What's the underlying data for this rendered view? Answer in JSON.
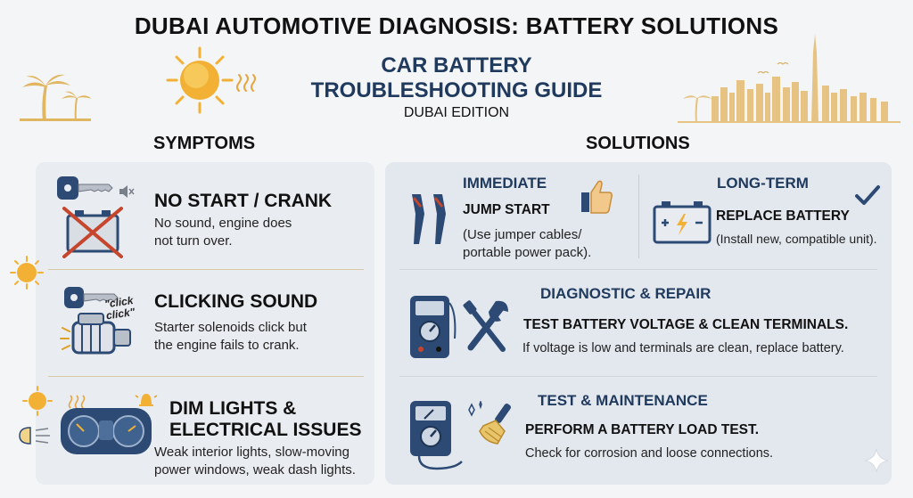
{
  "header": {
    "title": "DUBAI AUTOMOTIVE DIAGNOSIS: BATTERY SOLUTIONS",
    "subtitle_line1": "CAR BATTERY",
    "subtitle_line2": "TROUBLESHOOTING GUIDE",
    "edition": "DUBAI EDITION"
  },
  "symptoms": {
    "heading": "SYMPTOMS",
    "items": [
      {
        "title": "NO START / CRANK",
        "desc_line1": "No sound, engine does",
        "desc_line2": "not turn over.",
        "icons": [
          "key-icon",
          "mute-speaker-icon",
          "crossed-battery-icon"
        ]
      },
      {
        "title": "CLICKING SOUND",
        "desc_line1": "Starter solenoids click but",
        "desc_line2": "the engine fails to crank.",
        "sfx": "\"click click\"",
        "icons": [
          "key-icon",
          "starter-motor-icon",
          "sun-icon"
        ]
      },
      {
        "title_line1": "DIM LIGHTS &",
        "title_line2": "ELECTRICAL ISSUES",
        "desc_line1": "Weak interior lights, slow-moving",
        "desc_line2": "power windows, weak dash lights.",
        "icons": [
          "sun-icon",
          "warning-bell-icon",
          "dashboard-icon",
          "headlight-icon"
        ]
      }
    ]
  },
  "solutions": {
    "heading": "SOLUTIONS",
    "immediate": {
      "heading": "IMMEDIATE",
      "action": "JUMP START",
      "note_line1": "(Use jumper cables/",
      "note_line2": "portable power pack).",
      "icons": [
        "jumper-cables-icon",
        "thumbs-up-icon"
      ]
    },
    "long_term": {
      "heading": "LONG-TERM",
      "action": "REPLACE BATTERY",
      "note": "(Install new, compatible unit).",
      "icons": [
        "battery-icon",
        "checkmark-icon"
      ]
    },
    "diagnostic": {
      "heading": "DIAGNOSTIC & REPAIR",
      "action": "TEST BATTERY VOLTAGE & CLEAN TERMINALS.",
      "note": "If voltage is low and terminals are clean, replace battery.",
      "icons": [
        "multimeter-icon",
        "wrench-screwdriver-icon"
      ]
    },
    "test": {
      "heading": "TEST & MAINTENANCE",
      "action": "PERFORM A BATTERY LOAD TEST.",
      "note": "Check for corrosion and loose connections.",
      "icons": [
        "load-tester-icon",
        "brush-icon"
      ]
    }
  },
  "colors": {
    "navy": "#203a5e",
    "sun": "#f2b134",
    "panel": "#e9ecf1",
    "accent_gold": "#d9b26a"
  }
}
